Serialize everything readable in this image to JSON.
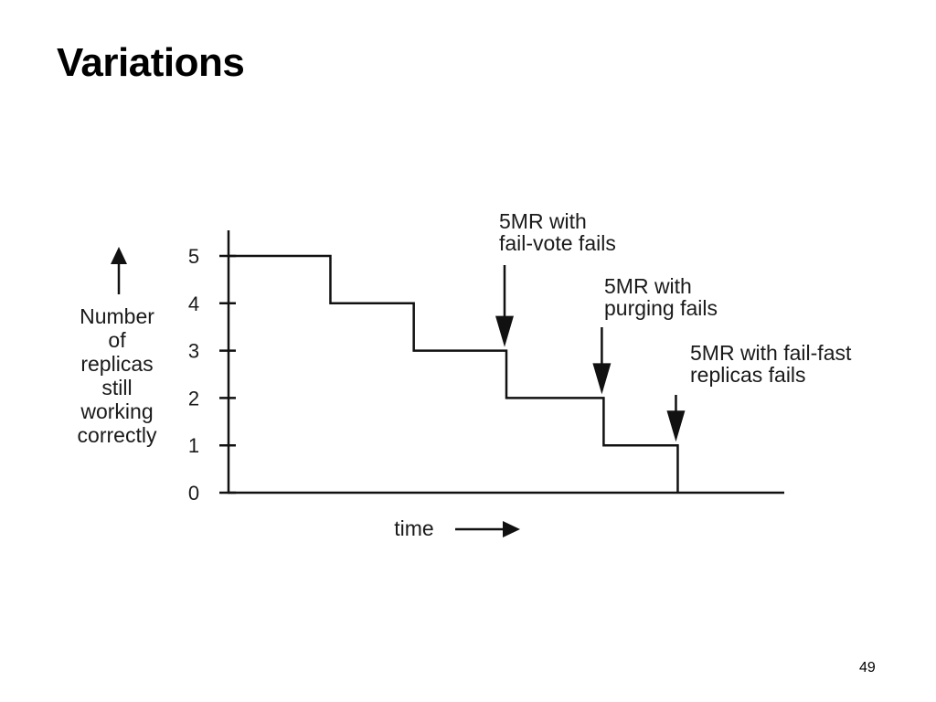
{
  "slide": {
    "title": "Variations",
    "page_number": "49"
  },
  "chart_data": {
    "type": "line",
    "step": true,
    "title": "",
    "xlabel": "time",
    "ylabel": [
      "Number",
      "of",
      "replicas",
      "still",
      "working",
      "correctly"
    ],
    "yticks": [
      "0",
      "1",
      "2",
      "3",
      "4",
      "5"
    ],
    "ylim": [
      0,
      5
    ],
    "xlim": [
      0,
      6
    ],
    "grid": false,
    "series": [
      {
        "x": [
          0,
          1.1,
          1.1,
          2.0,
          2.0,
          3.0,
          3.0,
          4.05,
          4.05,
          4.85,
          4.85
        ],
        "y": [
          5,
          5,
          4,
          4,
          3,
          3,
          2,
          2,
          1,
          1,
          0
        ]
      }
    ],
    "annotations": [
      {
        "lines": [
          "5MR with",
          "fail-vote fails"
        ],
        "x": 3.0,
        "y": 3
      },
      {
        "lines": [
          "5MR with",
          "purging fails"
        ],
        "x": 4.05,
        "y": 2
      },
      {
        "lines": [
          "5MR with fail-fast",
          "replicas fails"
        ],
        "x": 4.85,
        "y": 1
      }
    ]
  }
}
